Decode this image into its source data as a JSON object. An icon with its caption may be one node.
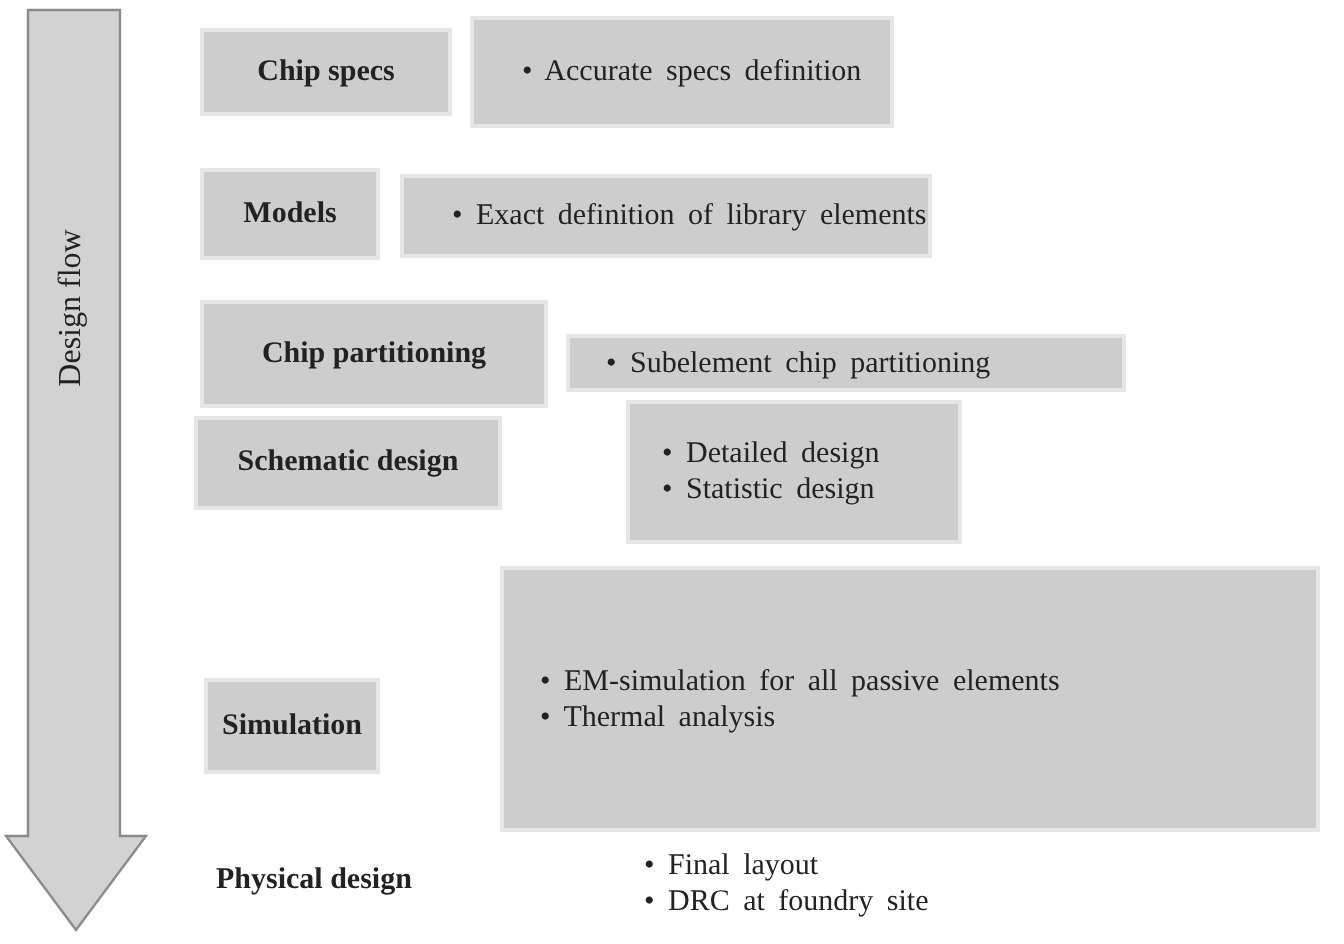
{
  "diagram": {
    "nodes": [
      {
        "text": [
          "Design flow"
        ]
      },
      {
        "text": [
          "Chip specs"
        ]
      },
      {
        "text": [
          "• Accurate specs definition"
        ]
      },
      {
        "text": [
          "Models"
        ]
      },
      {
        "text": [
          "• Exact definition of library elements"
        ]
      },
      {
        "text": [
          "Chip partitioning"
        ]
      },
      {
        "text": [
          "• Subelement chip partitioning"
        ]
      },
      {
        "text": [
          "Schematic design"
        ]
      },
      {
        "text": [
          "• Detailed design",
          "• Statistic design"
        ]
      },
      {
        "text": [
          "Simulation"
        ]
      },
      {
        "text": [
          "• EM-simulation for all passive elements",
          "• Thermal analysis"
        ]
      }
    ],
    "labels": [
      "Physical design",
      "• Final layout",
      "• DRC at foundry site"
    ]
  }
}
